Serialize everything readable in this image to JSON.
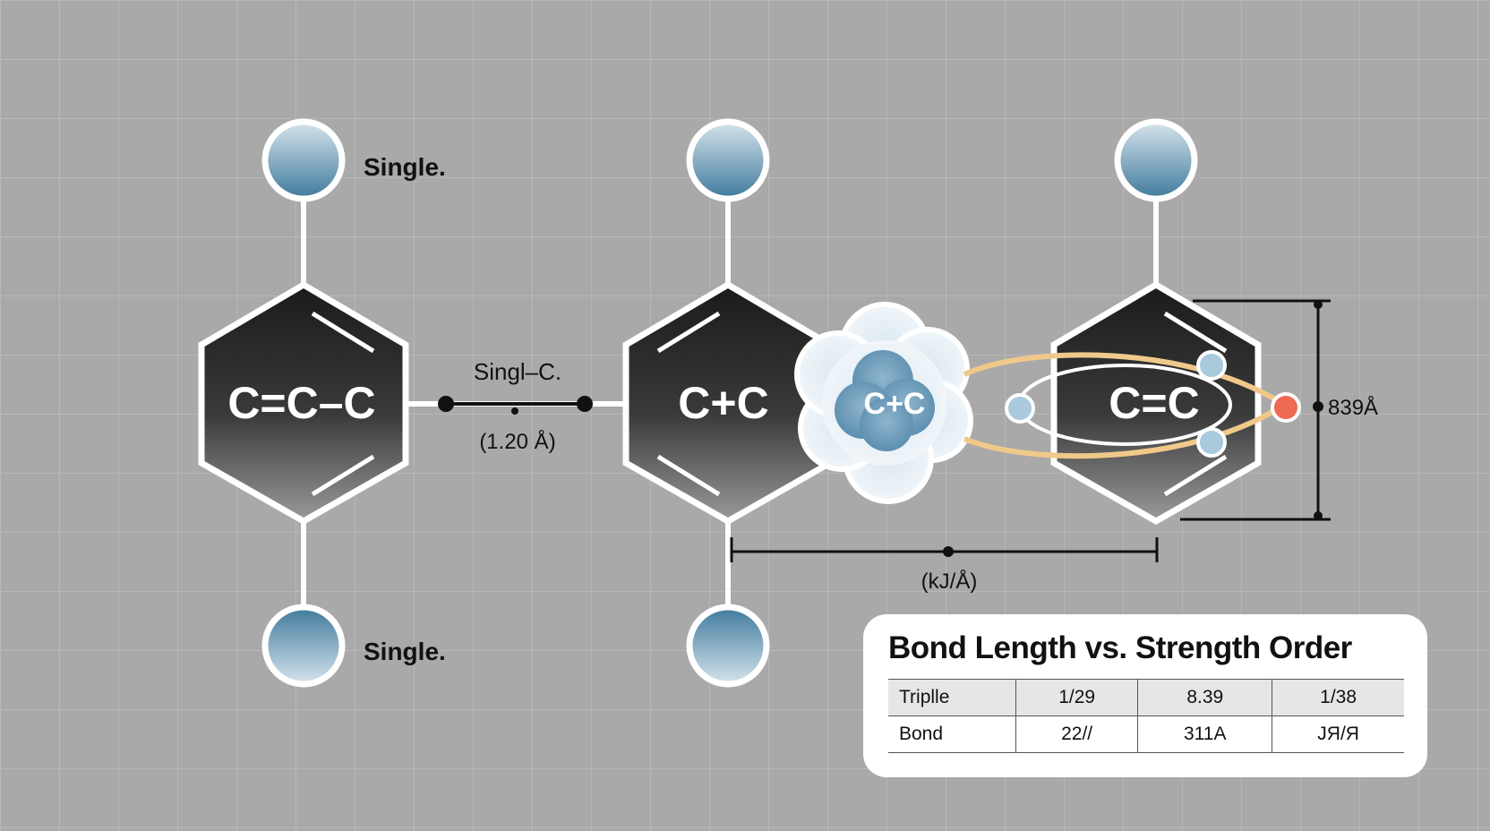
{
  "diagram": {
    "hexagons": [
      {
        "label": "C=C–C"
      },
      {
        "label": "C+C"
      },
      {
        "label": "C=C"
      }
    ],
    "cloud_label": "C+C",
    "atom_labels": {
      "top_left": "Single.",
      "bottom_left": "Single."
    },
    "bond_label": "Singl–C.",
    "bond_length": "(1.20 Å)",
    "horizontal_dimension": "(kJ/Å)",
    "vertical_dimension": "839Å",
    "colors": {
      "background": "#a9a9a9",
      "hexagon_fill": "#1a1a1a",
      "atom_fill": "#4f87a6",
      "cloud_fill": "#6f9fbc",
      "orbital": "#f0c98a",
      "highlight_atom": "#ee6a55"
    }
  },
  "table_card": {
    "title": "Bond Length vs. Strength Order",
    "rows": [
      [
        "Triplle",
        "1/29",
        "8.39",
        "1/38"
      ],
      [
        "Bond",
        "22//",
        "311A",
        "JЯ/Я"
      ]
    ]
  }
}
